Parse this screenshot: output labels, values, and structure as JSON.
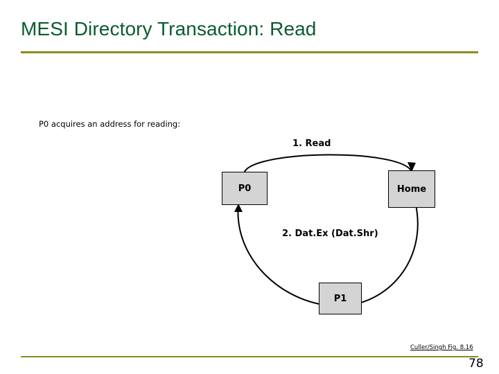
{
  "slide": {
    "title": "MESI Directory Transaction: Read",
    "caption": "P0 acquires an address for reading:",
    "credit": "Culler/Singh Fig. 8.16",
    "page_number": "78",
    "colors": {
      "title": "#0a5c2e",
      "rule": "#8a8a1f",
      "node_fill": "#d4d4d4",
      "node_stroke": "#000000"
    }
  },
  "diagram": {
    "type": "message-sequence",
    "nodes": [
      {
        "id": "p0",
        "label": "P0"
      },
      {
        "id": "home",
        "label": "Home"
      },
      {
        "id": "p1",
        "label": "P1"
      }
    ],
    "edges": [
      {
        "id": "read",
        "label": "1. Read",
        "from": "p0",
        "to": "home"
      },
      {
        "id": "datex",
        "label": "2. Dat.Ex (Dat.Shr)",
        "from": "home",
        "to": "p0"
      }
    ]
  }
}
